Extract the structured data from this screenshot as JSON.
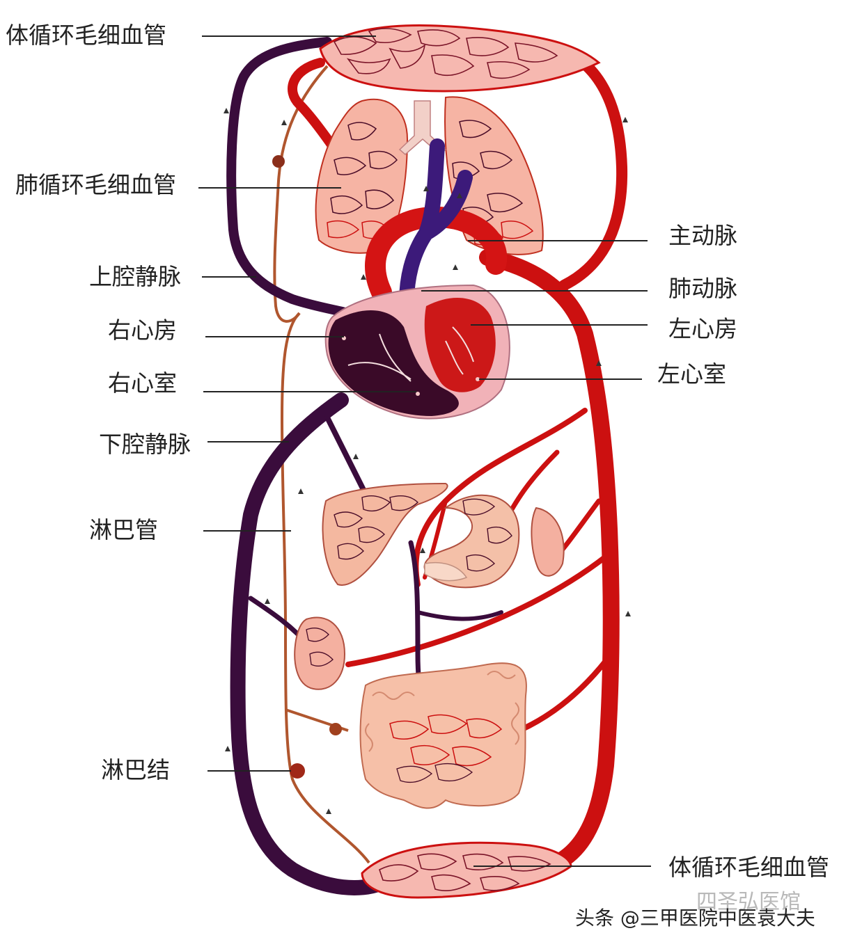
{
  "labels": {
    "systemic_capillaries_top": "体循环毛细血管",
    "pulmonary_capillaries": "肺循环毛细血管",
    "superior_vena_cava": "上腔静脉",
    "right_atrium": "右心房",
    "right_ventricle": "右心室",
    "inferior_vena_cava": "下腔静脉",
    "lymphatic_vessel": "淋巴管",
    "lymph_node": "淋巴结",
    "aorta": "主动脉",
    "pulmonary_artery": "肺动脉",
    "left_atrium": "左心房",
    "left_ventricle": "左心室",
    "systemic_capillaries_bottom": "体循环毛细血管"
  },
  "watermark": {
    "main": "头条 @三甲医院中医袁大夫",
    "faint": "四圣弘医馆"
  },
  "colors": {
    "artery": "#cc1010",
    "vein": "#3a0c3c",
    "lymph": "#b0562e",
    "tissue": "#f4c6b2",
    "leader": "#222222"
  }
}
